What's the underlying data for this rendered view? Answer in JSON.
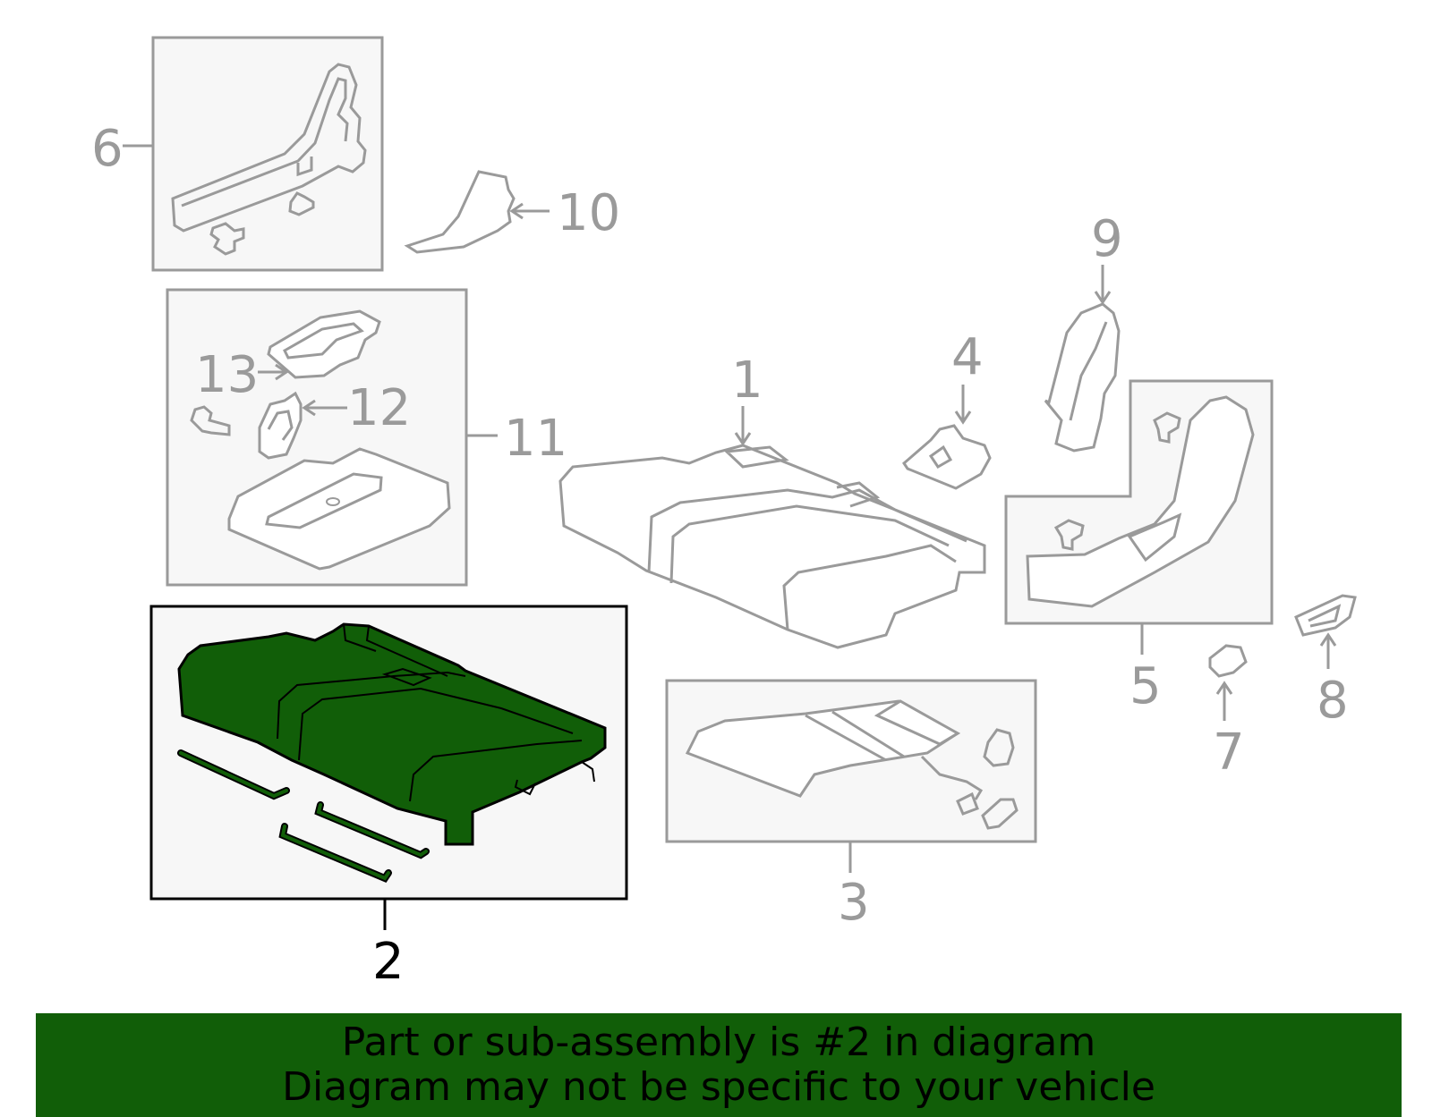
{
  "diagram": {
    "callouts": [
      {
        "id": "1",
        "label": "1"
      },
      {
        "id": "2",
        "label": "2"
      },
      {
        "id": "3",
        "label": "3"
      },
      {
        "id": "4",
        "label": "4"
      },
      {
        "id": "5",
        "label": "5"
      },
      {
        "id": "6",
        "label": "6"
      },
      {
        "id": "7",
        "label": "7"
      },
      {
        "id": "8",
        "label": "8"
      },
      {
        "id": "9",
        "label": "9"
      },
      {
        "id": "10",
        "label": "10"
      },
      {
        "id": "11",
        "label": "11"
      },
      {
        "id": "12",
        "label": "12"
      },
      {
        "id": "13",
        "label": "13"
      }
    ],
    "highlighted_part": "2",
    "colors": {
      "highlight": "#115e08",
      "outline_gray": "#9a9a9a",
      "panel_bg": "#f7f7f7",
      "banner_bg": "#115e08"
    }
  },
  "banner": {
    "line1": "Part or sub-assembly is #2 in diagram",
    "line2": "Diagram may not be specific to your vehicle"
  }
}
